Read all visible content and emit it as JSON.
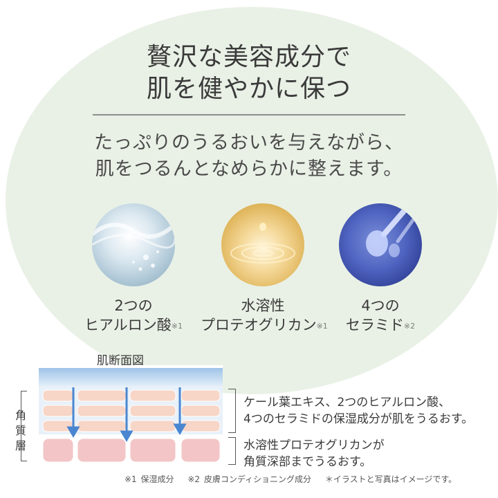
{
  "headline": {
    "line1": "贅沢な美容成分で",
    "line2": "肌を健やかに保つ"
  },
  "subheadline": {
    "line1": "たっぷりのうるおいを与えながら、",
    "line2": "肌をつるんとなめらかに整えます。"
  },
  "ingredients": [
    {
      "line1": "2つの",
      "line2": "ヒアルロン酸",
      "note": "※1",
      "image": "water-splash-image"
    },
    {
      "line1": "水溶性",
      "line2": "プロテオグリカン",
      "note": "※1",
      "image": "golden-droplet-image"
    },
    {
      "line1": "4つの",
      "line2": "セラミド",
      "note": "※2",
      "image": "serum-drop-image"
    }
  ],
  "diagram": {
    "title": "肌断面図",
    "layer_label": "角質層",
    "desc1": {
      "line1": "ケール葉エキス、2つのヒアルロン酸、",
      "line2": "4つのセラミドの保湿成分が肌をうるおす。"
    },
    "desc2": {
      "line1": "水溶性プロテオグリカンが",
      "line2": "角質深部までうるおす。"
    }
  },
  "footnotes": {
    "note1": "※1 保湿成分",
    "note2": "※2 皮膚コンディショニング成分",
    "note3": "＊イラストと写真はイメージです。"
  }
}
